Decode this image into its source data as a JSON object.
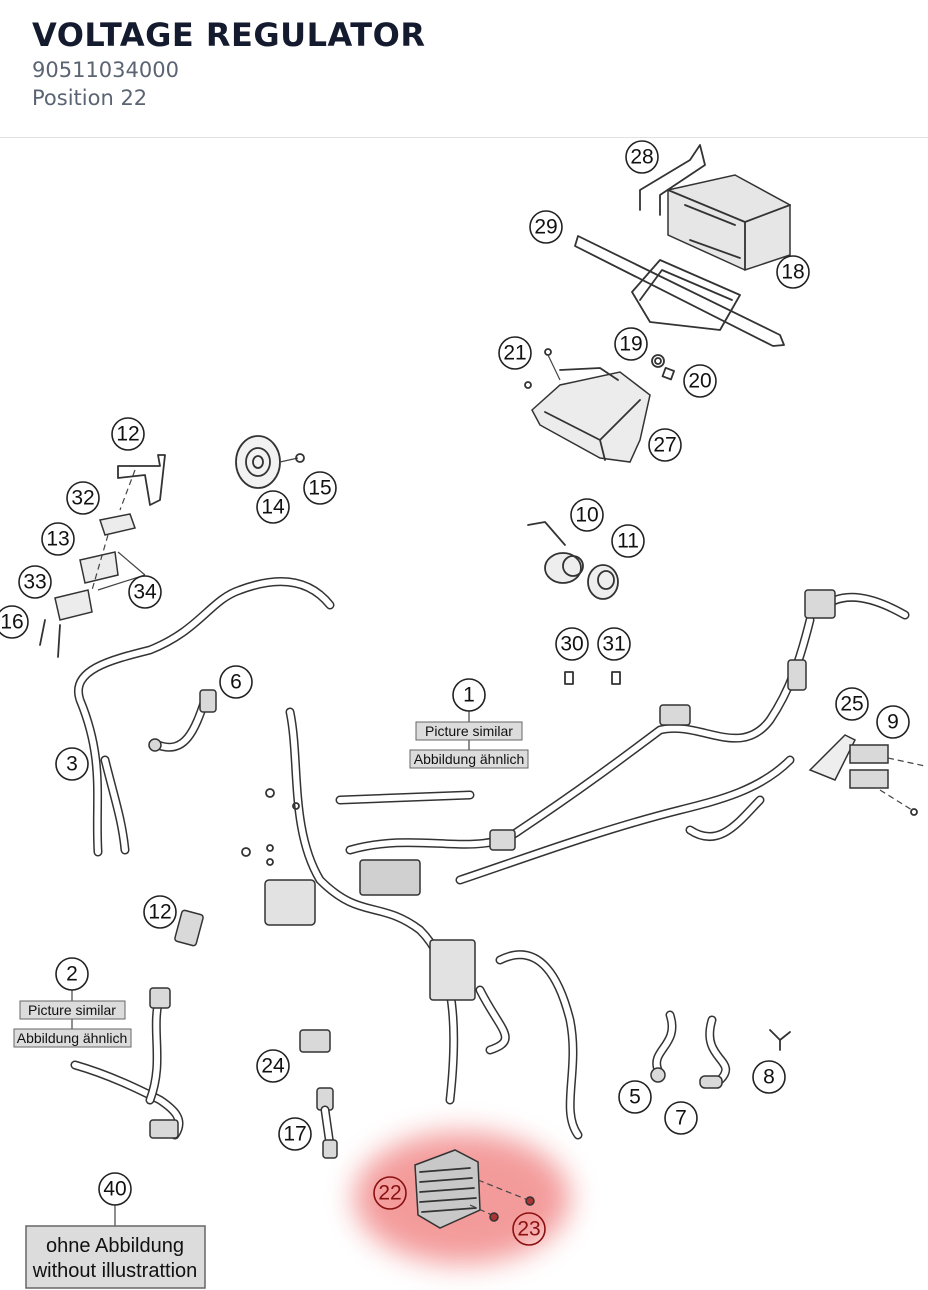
{
  "header": {
    "title": "VOLTAGE REGULATOR",
    "part_number": "90511034000",
    "position": "Position 22"
  },
  "notes": {
    "picture_similar": "Picture similar",
    "abbildung_aehnlich": "Abbildung ähnlich",
    "ohne_abbildung": "ohne Abbildung",
    "without_illustration": "without illustrattion"
  },
  "callouts": [
    "28",
    "29",
    "18",
    "21",
    "19",
    "20",
    "27",
    "12",
    "32",
    "13",
    "33",
    "16",
    "34",
    "14",
    "15",
    "10",
    "11",
    "6",
    "3",
    "30",
    "31",
    "1",
    "25",
    "9",
    "12",
    "2",
    "24",
    "5",
    "7",
    "8",
    "17",
    "40",
    "22",
    "23"
  ],
  "highlight": {
    "part": "22",
    "color": "#f07a7a"
  }
}
